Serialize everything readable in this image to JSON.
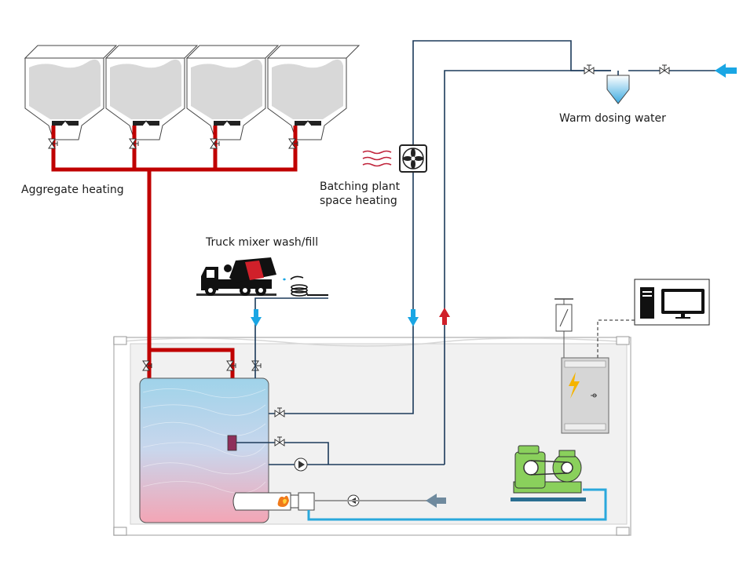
{
  "labels": {
    "aggregate_heating": "Aggregate heating",
    "truck_mixer": "Truck mixer wash/fill",
    "batching_line1": "Batching plant",
    "batching_line2": "space heating",
    "warm_dosing_water": "Warm dosing water"
  },
  "colors": {
    "hot_pipe": "#c00000",
    "dark_pipe": "#1c3a5a",
    "light_blue_pipe": "#2aa8dc",
    "grey_pipe": "#9a9a9a",
    "arrow_blue": "#1aa6e4",
    "arrow_red": "#d0202a",
    "arrow_grey": "#6f8a9e",
    "container_fill": "#f1f1f1",
    "pump_green": "#8ad05c"
  },
  "icons": [
    "silo-icon",
    "fan-icon",
    "truck-mixer-icon",
    "computer-icon",
    "monitor-icon",
    "control-cabinet-icon",
    "boiler-burner-icon",
    "motor-pump-icon",
    "water-tank-icon",
    "valve-icon",
    "pump-icon",
    "flame-icon",
    "lightning-icon"
  ]
}
